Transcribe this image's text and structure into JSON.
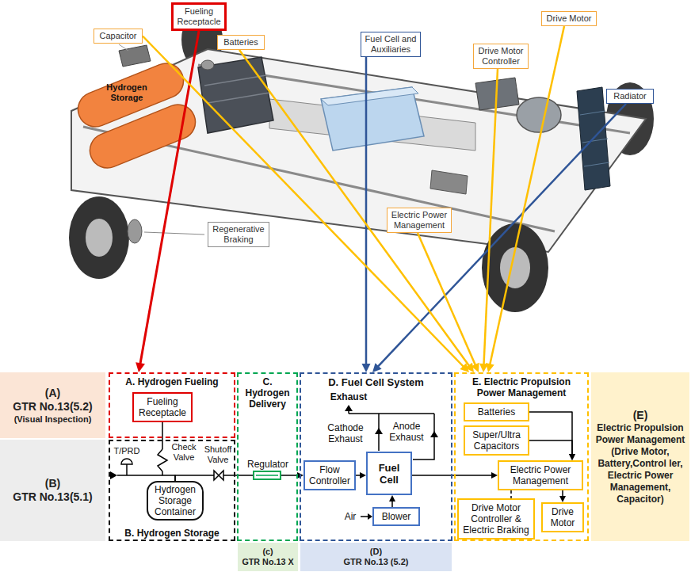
{
  "diagram": {
    "nodes": [
      {
        "text": [
          "Fueling Receptacle"
        ]
      },
      {
        "text": [
          "Capacitor"
        ]
      },
      {
        "text": [
          "Batteries"
        ]
      },
      {
        "text": [
          "Fuel Cell and Auxiliaries"
        ]
      },
      {
        "text": [
          "Drive Motor"
        ]
      },
      {
        "text": [
          "Drive Motor Controller"
        ]
      },
      {
        "text": [
          "Radiator"
        ]
      },
      {
        "text": [
          "Electric Power Management"
        ]
      },
      {
        "text": [
          "Regenerative Braking"
        ]
      },
      {
        "text": [
          "(A)",
          "GTR No.13(5.2)",
          "(Visual Inspection)"
        ]
      },
      {
        "text": [
          "A. Hydrogen Fueling"
        ]
      },
      {
        "text": [
          "Fueling Receptacle"
        ],
        "in": 10
      },
      {
        "text": [
          "C. Hydrogen Delivery"
        ]
      },
      {
        "text": [
          "D. Fuel Cell System"
        ]
      },
      {
        "text": [
          "Flow Controller"
        ],
        "in": 13
      },
      {
        "text": [
          "Fuel Cell"
        ],
        "in": 13
      },
      {
        "text": [
          "Blower"
        ],
        "in": 13
      },
      {
        "text": [
          "E. Electric Propulsion Power Management"
        ]
      },
      {
        "text": [
          "Batteries"
        ],
        "in": 17
      },
      {
        "text": [
          "Super/Ultra Capacitors"
        ],
        "in": 17
      },
      {
        "text": [
          "Electric Power Management"
        ],
        "in": 17
      },
      {
        "text": [
          "Drive Motor Controller & Electric Braking"
        ],
        "in": 17
      },
      {
        "text": [
          "Drive Motor"
        ],
        "in": 17
      },
      {
        "text": [
          "(E)",
          "Electric Propulsion Power Management",
          "(Drive Motor, Battery,Control ler, Electric Power Management, Capacitor)"
        ]
      },
      {
        "text": [
          "(B)",
          "GTR No.13(5.1)"
        ]
      },
      {
        "text": [
          "B. Hydrogen Storage"
        ]
      },
      {
        "text": [
          "Hydrogen Storage Container"
        ],
        "in": 25
      },
      {
        "text": [
          "(c)",
          "GTR No.13 X"
        ]
      },
      {
        "text": [
          "(D)",
          "GTR No.13 (5.2)"
        ]
      }
    ],
    "edges": [
      {
        "from": 0,
        "to": 10,
        "arrow": "to"
      },
      {
        "from": 3,
        "to": 13,
        "arrow": "to"
      },
      {
        "from": 6,
        "to": 13,
        "arrow": "to"
      },
      {
        "from": 1,
        "to": 17,
        "arrow": "to"
      },
      {
        "from": 2,
        "to": 17,
        "arrow": "to"
      },
      {
        "from": 7,
        "to": 17,
        "arrow": "to"
      },
      {
        "from": 5,
        "to": 17,
        "arrow": "to"
      },
      {
        "from": 4,
        "to": 17,
        "arrow": "to"
      },
      {
        "from": 11,
        "to": 26,
        "arrow": "none"
      },
      {
        "from": 26,
        "to": 14,
        "arrow": "to"
      },
      {
        "from": 14,
        "to": 15,
        "arrow": "to"
      },
      {
        "from": 16,
        "to": 15,
        "arrow": "to"
      },
      {
        "from": 15,
        "to": 20,
        "arrow": "to"
      },
      {
        "from": 18,
        "to": 20,
        "arrow": "to"
      },
      {
        "from": 19,
        "to": 20,
        "arrow": "to"
      },
      {
        "from": 20,
        "to": 22,
        "arrow": "to"
      },
      {
        "from": 20,
        "to": 21,
        "arrow": "none"
      }
    ],
    "labels": [
      "Hydrogen Storage",
      "T/PRD",
      "Check Valve",
      "Shutoff Valve",
      "Regulator",
      "Exhaust",
      "Cathode Exhaust",
      "Anode Exhaust",
      "Air"
    ]
  }
}
